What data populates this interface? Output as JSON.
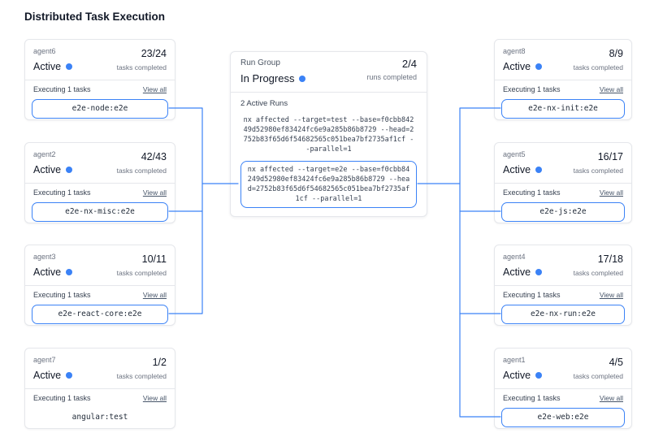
{
  "page": {
    "title": "Distributed Task Execution"
  },
  "colors": {
    "accent": "#3b82f6",
    "border": "#e5e7eb",
    "text_muted": "#6b7280"
  },
  "run_group": {
    "label": "Run Group",
    "status": "In Progress",
    "runs_count": "2/4",
    "runs_count_label": "runs completed",
    "active_runs_label": "2 Active Runs",
    "runs": [
      {
        "command": "nx affected --target=test --base=f0cbb84249d52980ef83424fc6e9a285b86b8729 --head=2752b83f65d6f54682565c051bea7bf2735af1cf --parallel=1",
        "highlighted": false
      },
      {
        "command": "nx affected --target=e2e --base=f0cbb84249d52980ef83424fc6e9a285b86b8729 --head=2752b83f65d6f54682565c051bea7bf2735af1cf --parallel=1",
        "highlighted": true
      }
    ]
  },
  "agents": [
    {
      "name": "agent6",
      "status": "Active",
      "completed": "23/24",
      "completed_label": "tasks completed",
      "executing_label": "Executing 1 tasks",
      "view_all": "View all",
      "task": "e2e-node:e2e",
      "highlighted": true
    },
    {
      "name": "agent2",
      "status": "Active",
      "completed": "42/43",
      "completed_label": "tasks completed",
      "executing_label": "Executing 1 tasks",
      "view_all": "View all",
      "task": "e2e-nx-misc:e2e",
      "highlighted": true
    },
    {
      "name": "agent3",
      "status": "Active",
      "completed": "10/11",
      "completed_label": "tasks completed",
      "executing_label": "Executing 1 tasks",
      "view_all": "View all",
      "task": "e2e-react-core:e2e",
      "highlighted": true
    },
    {
      "name": "agent7",
      "status": "Active",
      "completed": "1/2",
      "completed_label": "tasks completed",
      "executing_label": "Executing 1 tasks",
      "view_all": "View all",
      "task": "angular:test",
      "highlighted": false
    },
    {
      "name": "agent8",
      "status": "Active",
      "completed": "8/9",
      "completed_label": "tasks completed",
      "executing_label": "Executing 1 tasks",
      "view_all": "View all",
      "task": "e2e-nx-init:e2e",
      "highlighted": true
    },
    {
      "name": "agent5",
      "status": "Active",
      "completed": "16/17",
      "completed_label": "tasks completed",
      "executing_label": "Executing 1 tasks",
      "view_all": "View all",
      "task": "e2e-js:e2e",
      "highlighted": true
    },
    {
      "name": "agent4",
      "status": "Active",
      "completed": "17/18",
      "completed_label": "tasks completed",
      "executing_label": "Executing 1 tasks",
      "view_all": "View all",
      "task": "e2e-nx-run:e2e",
      "highlighted": true
    },
    {
      "name": "agent1",
      "status": "Active",
      "completed": "4/5",
      "completed_label": "tasks completed",
      "executing_label": "Executing 1 tasks",
      "view_all": "View all",
      "task": "e2e-web:e2e",
      "highlighted": true
    }
  ]
}
